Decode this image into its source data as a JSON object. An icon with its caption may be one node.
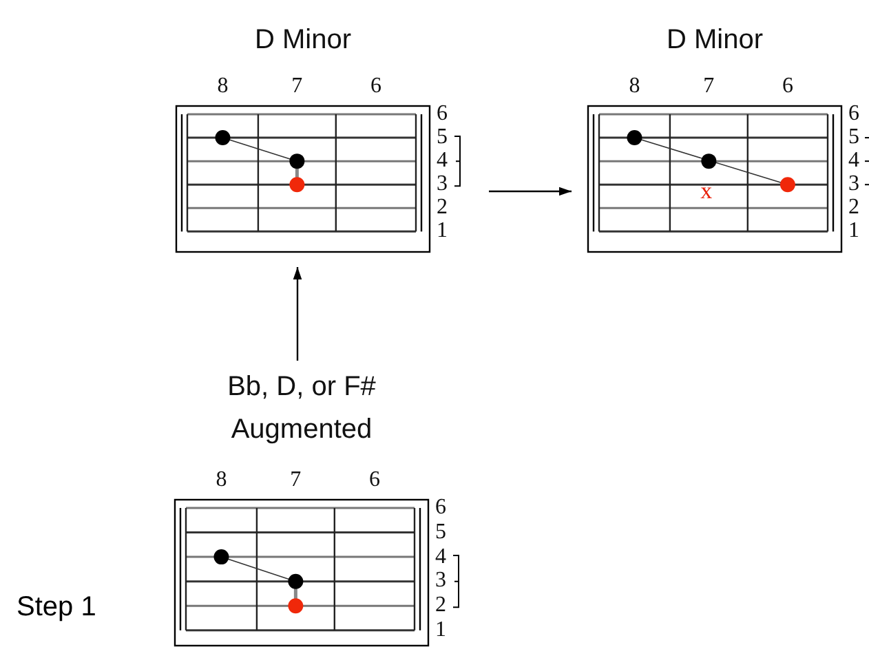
{
  "diagram": {
    "nodes": [
      {
        "text": [
          "D Minor"
        ],
        "beside": [
          "8",
          "7",
          "6",
          "6",
          "5",
          "4",
          "3",
          "2",
          "1"
        ]
      },
      {
        "text": [
          "D Minor"
        ],
        "beside": [
          "8",
          "7",
          "6",
          "6",
          "5",
          "4",
          "3",
          "2",
          "1"
        ]
      },
      {
        "text": [
          "Bb, D, or F# Augmented"
        ],
        "beside": [
          "8",
          "7",
          "6",
          "6",
          "5",
          "4",
          "3",
          "2",
          "1"
        ]
      }
    ],
    "edges": [
      {
        "from": 0,
        "to": 1,
        "arrow": "to"
      },
      {
        "from": 2,
        "to": 0,
        "arrow": "to"
      }
    ],
    "labels": [
      "x",
      "Step 1"
    ]
  }
}
